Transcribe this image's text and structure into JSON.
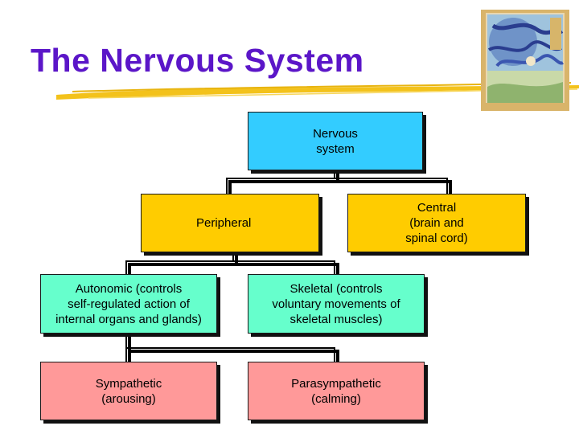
{
  "slide": {
    "title": "The Nervous System",
    "colors": {
      "title": "#5b16c8",
      "underline": "#f3c21b",
      "root_box": "#33ccff",
      "level1_box": "#ffcc00",
      "level2_box": "#66ffcc",
      "level3_box": "#ff9999"
    },
    "decorations": {
      "cover_image": "book-cover-illustration",
      "underline": "brush-stroke-underline"
    }
  },
  "diagram": {
    "root": "Nervous\nsystem",
    "peripheral": "Peripheral",
    "central": "Central\n(brain and\nspinal cord)",
    "autonomic": "Autonomic (controls\nself-regulated action of\ninternal organs and glands)",
    "skeletal": "Skeletal (controls\nvoluntary movements of\nskeletal muscles)",
    "sympathetic": "Sympathetic\n(arousing)",
    "parasympathetic": "Parasympathetic\n(calming)"
  }
}
